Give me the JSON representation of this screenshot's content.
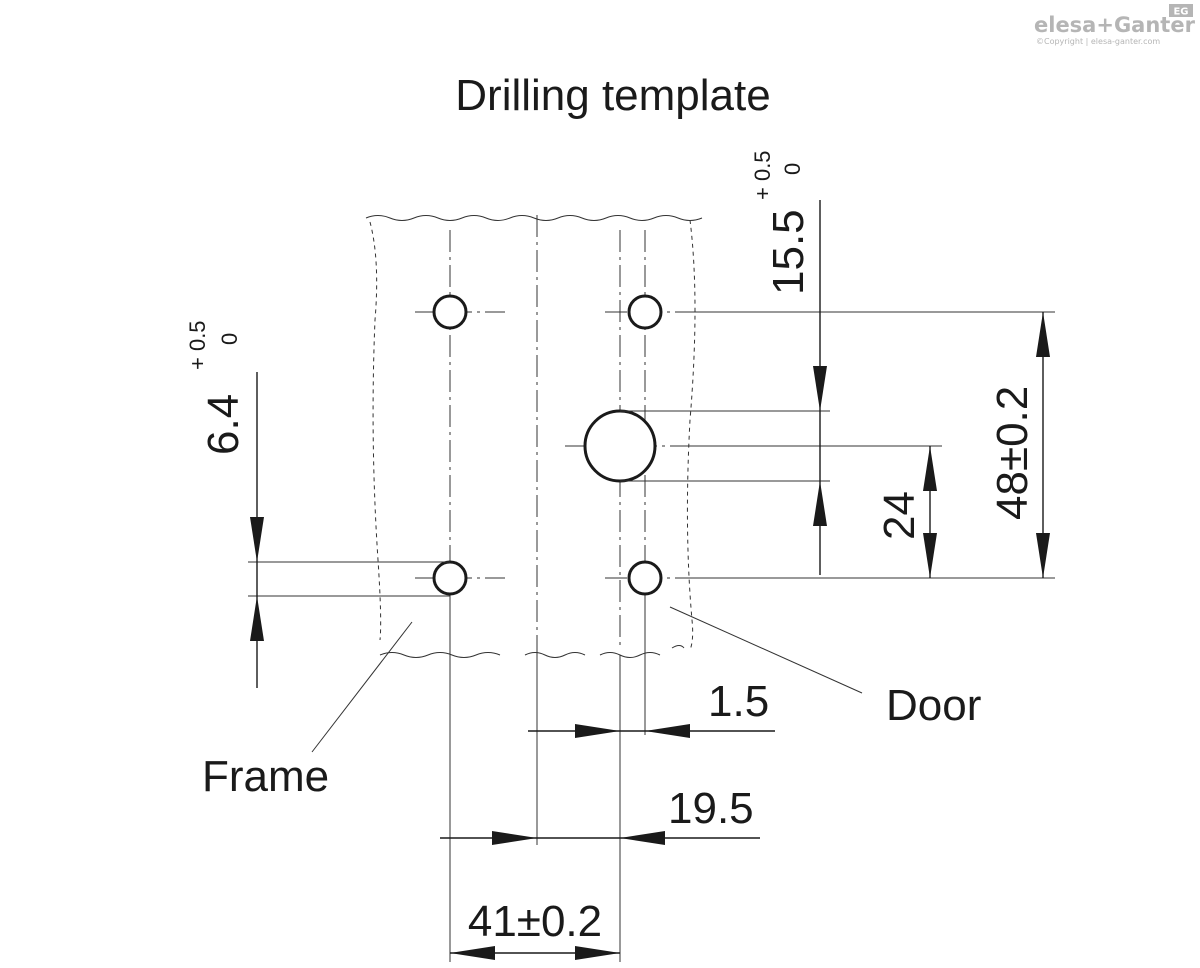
{
  "title": "Drilling template",
  "logo": {
    "brand": "elesa+Ganter",
    "badge": "EG",
    "copyright": "©Copyright | elesa-ganter.com"
  },
  "dimensions": {
    "d1": {
      "value": "15.5",
      "tol_upper": "+ 0.5",
      "tol_lower": "0"
    },
    "d2": {
      "value": "6.4",
      "tol_upper": "+ 0.5",
      "tol_lower": "0"
    },
    "d3": {
      "value": "48±0.2"
    },
    "d4": {
      "value": "24"
    },
    "d5": {
      "value": "1.5"
    },
    "d6": {
      "value": "19.5"
    },
    "d7": {
      "value": "41±0.2"
    }
  },
  "labels": {
    "door": "Door",
    "frame": "Frame"
  }
}
